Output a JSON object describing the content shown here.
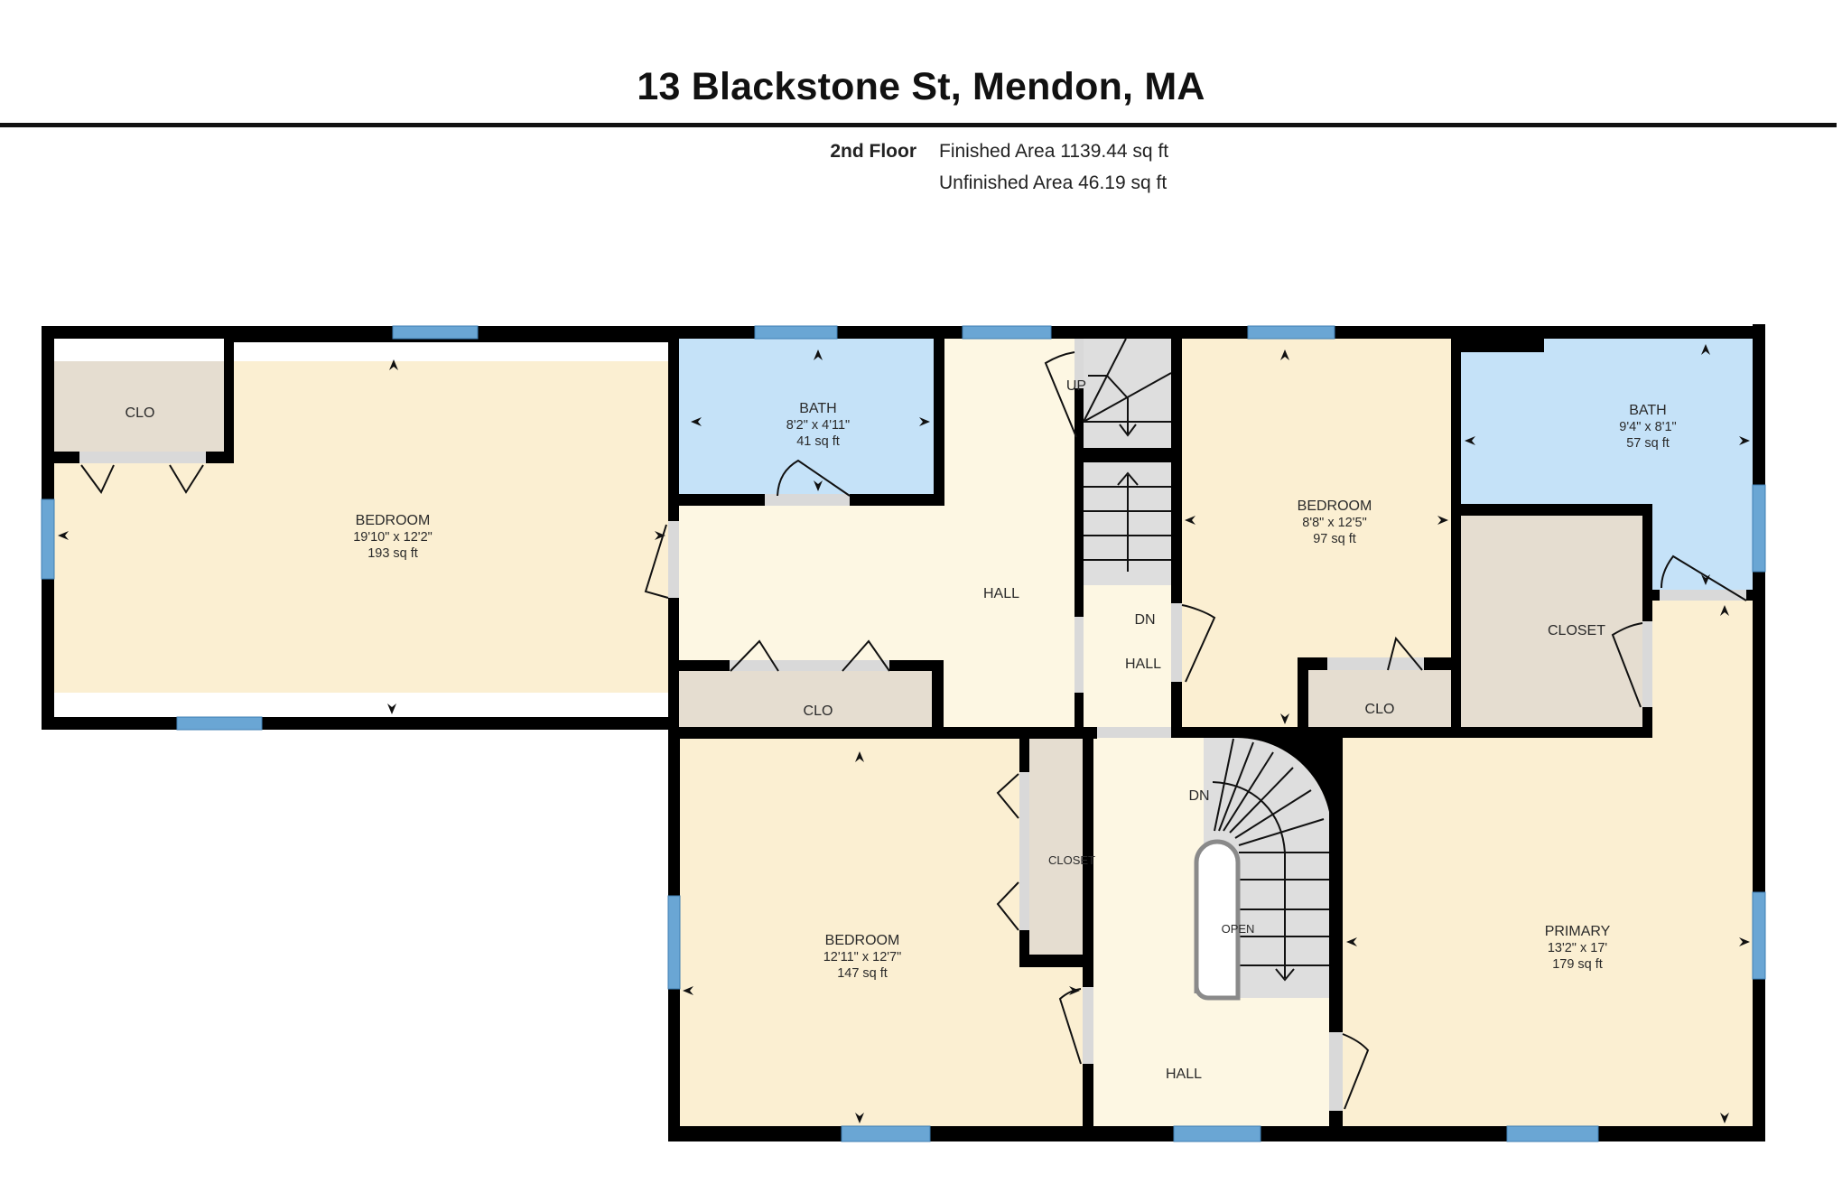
{
  "header": {
    "title": "13 Blackstone St, Mendon, MA",
    "floor": "2nd Floor",
    "finished_area": "Finished Area 1139.44 sq ft",
    "unfinished_area": "Unfinished Area 46.19 sq ft"
  },
  "colors": {
    "wall": "#000000",
    "bedroom_fill": "#fbefd2",
    "hall_fill": "#fdf7e3",
    "bath_fill": "#c5e2f8",
    "closet_fill": "#e5ddd0",
    "stair_fill": "#dedede",
    "door_sill": "#d9d9d9",
    "window": "#6aa6d4"
  },
  "rooms": {
    "bedroom_west": {
      "name": "BEDROOM",
      "dims": "19'10\" x 12'2\"",
      "area": "193 sq ft"
    },
    "bath_center": {
      "name": "BATH",
      "dims": "8'2\" x 4'11\"",
      "area": "41 sq ft"
    },
    "bedroom_north": {
      "name": "BEDROOM",
      "dims": "8'8\" x 12'5\"",
      "area": "97 sq ft"
    },
    "bath_east": {
      "name": "BATH",
      "dims": "9'4\" x 8'1\"",
      "area": "57 sq ft"
    },
    "bedroom_south": {
      "name": "BEDROOM",
      "dims": "12'11\" x 12'7\"",
      "area": "147 sq ft"
    },
    "primary": {
      "name": "PRIMARY",
      "dims": "13'2\" x 17'",
      "area": "179 sq ft"
    }
  },
  "labels": {
    "clo_west": "CLO",
    "clo_hall": "CLO",
    "clo_north": "CLO",
    "closet_east": "CLOSET",
    "closet_south": "CLOSET",
    "hall_main": "HALL",
    "hall_small": "HALL",
    "hall_lower": "HALL",
    "up": "UP",
    "dn_small": "DN",
    "dn_lower": "DN",
    "open": "OPEN"
  }
}
